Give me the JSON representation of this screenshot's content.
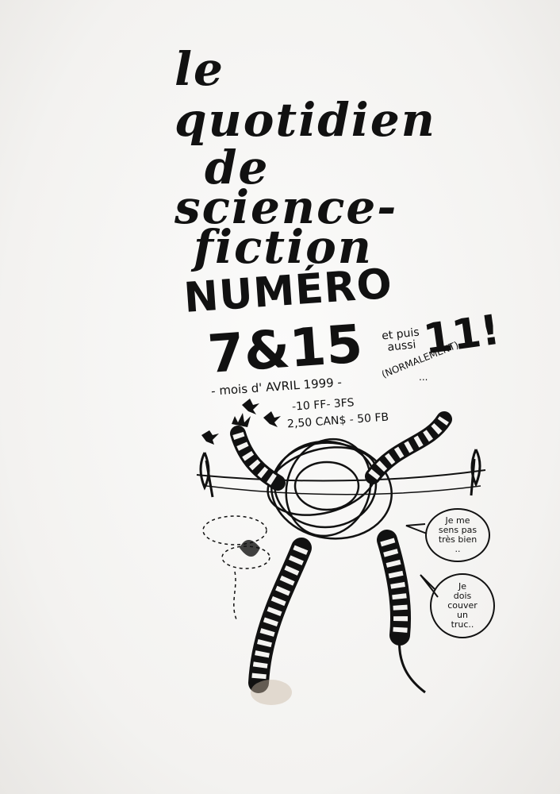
{
  "title": {
    "lines": [
      "le",
      "quotidien",
      "de",
      "science-",
      "fiction"
    ]
  },
  "issue": {
    "numero_label": "NUMÉRO",
    "numbers": "7&15",
    "et_puis_aussi": "et puis\naussi",
    "extra_number": "11!",
    "normalement": "(NORMALEMENT)",
    "ellipsis": "...",
    "date": "- mois d' AVRIL 1999 -",
    "price_line1": "-10 FF- 3FS",
    "price_line2": "2,50 CAN$ - 50 FB"
  },
  "speech_bubbles": [
    {
      "text": "Je me\nsens pas\ntrès bien\n.."
    },
    {
      "text": "Je\ndois\ncouver\nun\ntruc.."
    }
  ],
  "colors": {
    "ink": "#111111",
    "paper": "#f4f3f1"
  }
}
